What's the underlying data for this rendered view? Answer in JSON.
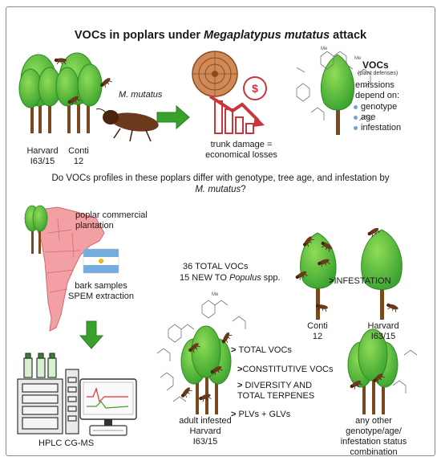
{
  "title": {
    "prefix": "VOCs in poplars under ",
    "species": "Megaplatypus mutatus",
    "suffix": " attack"
  },
  "top": {
    "tree1_label": [
      "Harvard",
      "I63/15"
    ],
    "tree2_label": [
      "Conti",
      "12"
    ],
    "insect_label": "M. mutatus",
    "damage_label": [
      "trunk damage =",
      "economical losses"
    ],
    "vocs_title": "VOCs",
    "vocs_sub": "(plant defenses)",
    "emissions_label": [
      "emissions",
      "depend on:"
    ],
    "factors": [
      "genotype",
      "age",
      "infestation"
    ],
    "molecule_label": "Me"
  },
  "question": {
    "text": "Do VOCs profiles in these poplars differ with genotype, tree age, and infestation by",
    "species": "M. mutatus",
    "end": "?"
  },
  "methods": {
    "plantation_label": [
      "poplar commercial",
      "plantation"
    ],
    "sampling_label": [
      "bark samples",
      "SPEM extraction"
    ],
    "instrument_label": "HPLC CG-MS"
  },
  "results": {
    "total_line": "36 TOTAL VOCs",
    "new_line_prefix": "15 NEW TO ",
    "new_line_genus": "Populus",
    "new_line_suffix": " spp.",
    "compare_infestation": "INFESTATION",
    "tree_conti": [
      "Conti",
      "12"
    ],
    "tree_harvard": [
      "Harvard",
      "I63/15"
    ],
    "comparisons": [
      "TOTAL VOCs",
      "CONSTITUTIVE VOCs",
      "DIVERSITY AND",
      "TOTAL TERPENES",
      "PLVs + GLVs"
    ],
    "adult_label": [
      "adult infested",
      "Harvard",
      "I63/15"
    ],
    "other_label": [
      "any other",
      "genotype/age/",
      "infestation status",
      "combination"
    ]
  },
  "colors": {
    "tree_green": "#4fb83b",
    "tree_dark": "#2e8b22",
    "trunk": "#7a4a1e",
    "beetle": "#6b3a1c",
    "arrow_green": "#3aa02c",
    "map_pink": "#f2a0a4",
    "damage_red": "#c9353a",
    "wood": "#cf8a57"
  }
}
